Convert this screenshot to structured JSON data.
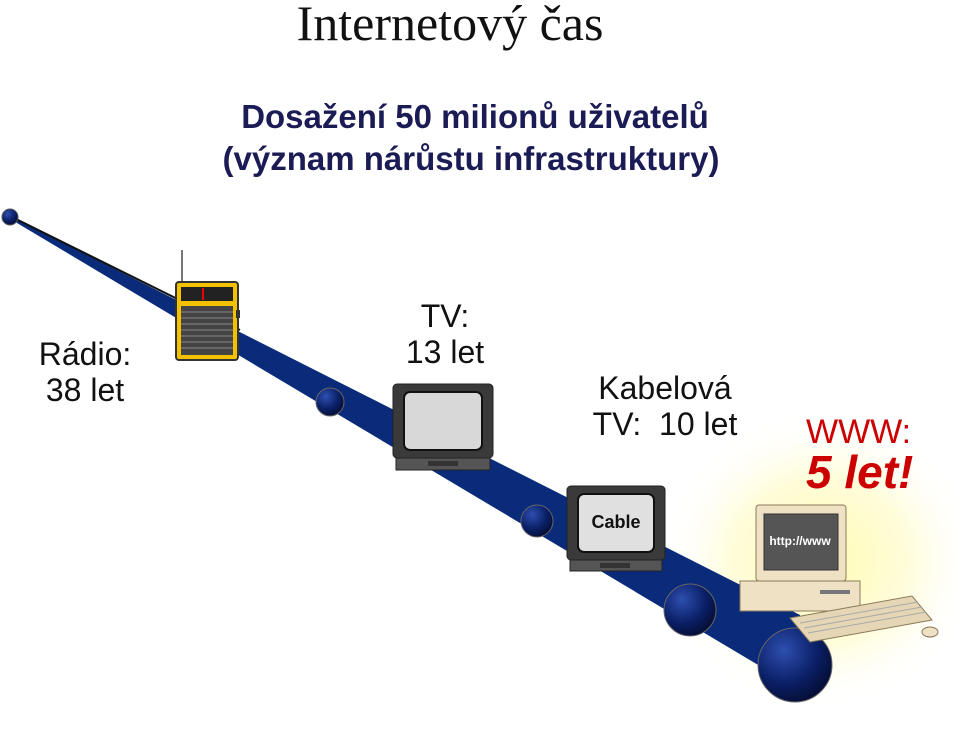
{
  "title": "Internetový čas",
  "subtitle_line1": "Dosažení 50 milionů uživatelů",
  "subtitle_line2": "(význam nárůstu infrastruktury)",
  "milestones": {
    "radio": {
      "line1": "Rádio:",
      "line2": "38 let"
    },
    "tv": {
      "line1": "TV:",
      "line2": "13 let"
    },
    "cable": {
      "line1": "Kabelová",
      "line2": "TV:  10 let",
      "screen_text": "Cable"
    },
    "www": {
      "line1": "WWW:",
      "line2": "5 let!",
      "screen_text": "http://www"
    }
  },
  "colors": {
    "timeline": "#0a2a7a",
    "node": "#0a1f66",
    "www_text": "#cc0000",
    "glow": "#fff8a0"
  }
}
